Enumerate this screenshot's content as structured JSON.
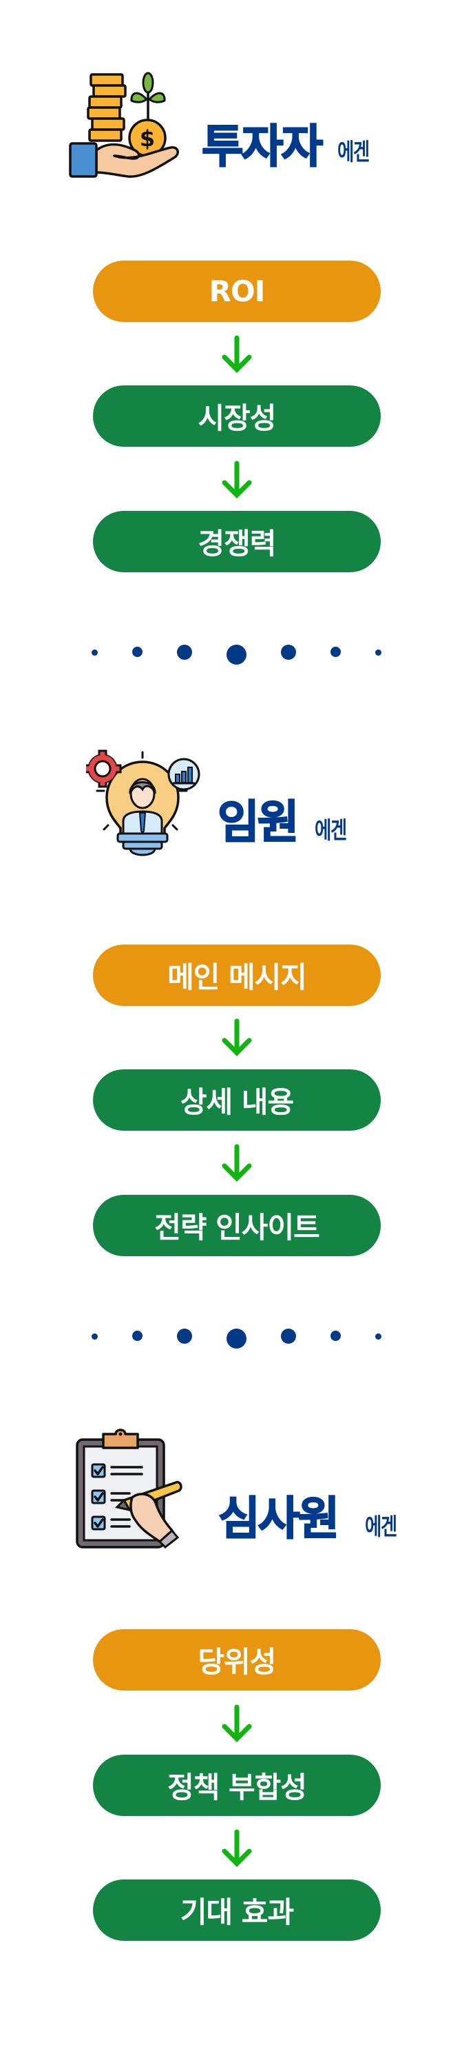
{
  "colors": {
    "title": "#003a8c",
    "primary_pill": "#e89510",
    "secondary_pill": "#138443",
    "arrow": "#11b411",
    "dots": "#003a85",
    "background": "#ffffff"
  },
  "sections": [
    {
      "icon": "hand-holding-coins-icon",
      "title": "투자자",
      "suffix": "에겐",
      "steps": [
        {
          "label": "ROI",
          "style": "orange"
        },
        {
          "label": "시장성",
          "style": "green"
        },
        {
          "label": "경쟁력",
          "style": "green"
        }
      ]
    },
    {
      "icon": "executive-lightbulb-icon",
      "title": "임원",
      "suffix": "에겐",
      "steps": [
        {
          "label": "메인 메시지",
          "style": "orange"
        },
        {
          "label": "상세 내용",
          "style": "green"
        },
        {
          "label": "전략 인사이트",
          "style": "green"
        }
      ]
    },
    {
      "icon": "clipboard-checklist-icon",
      "title": "심사원",
      "suffix": "에겐",
      "steps": [
        {
          "label": "당위성",
          "style": "orange"
        },
        {
          "label": "정책 부합성",
          "style": "green"
        },
        {
          "label": "기대 효과",
          "style": "green"
        }
      ]
    }
  ],
  "separator": {
    "icon": "dotted-separator-icon",
    "dot_diameters": [
      9,
      15,
      22,
      29,
      22,
      15,
      9
    ]
  }
}
